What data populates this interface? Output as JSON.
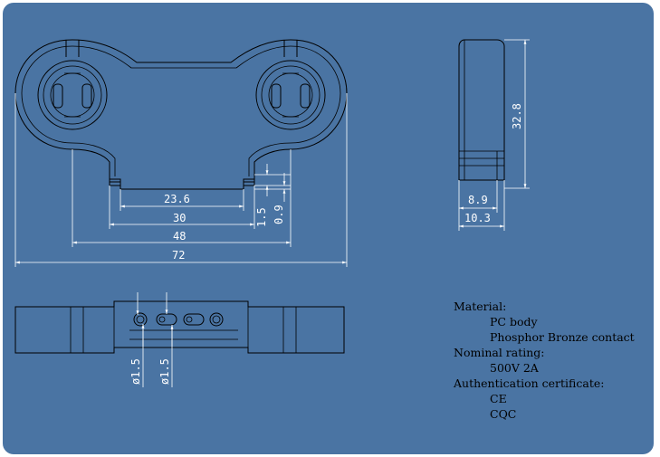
{
  "dimensions": {
    "d23_6": "23.6",
    "d30": "30",
    "d48": "48",
    "d72": "72",
    "d1_5": "1.5",
    "d0_9": "0.9",
    "d32_8": "32.8",
    "d8_9": "8.9",
    "d10_3": "10.3",
    "dia1": "ø1.5",
    "dia2": "ø1.5"
  },
  "notes": {
    "material_label": "Material:",
    "material_1": "PC body",
    "material_2": "Phosphor Bronze contact",
    "rating_label": "Nominal rating:",
    "rating_value": "500V 2A",
    "cert_label": "Authentication certificate:",
    "cert_1": "CE",
    "cert_2": "CQC"
  },
  "colors": {
    "background": "#4a74a3",
    "outline": "#000000",
    "dimension": "#ffffff"
  }
}
